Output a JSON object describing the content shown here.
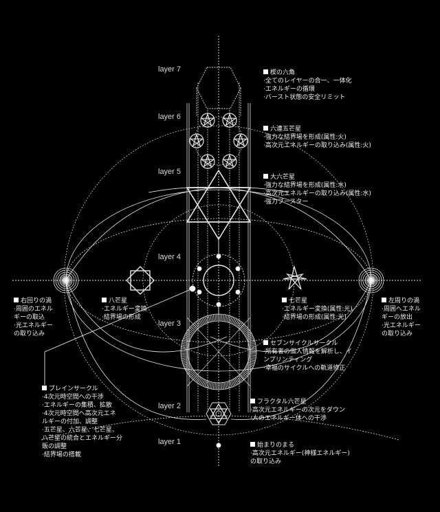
{
  "colors": {
    "background": "#000000",
    "line": "#ffffff",
    "text": "#f0f0f0"
  },
  "layers": [
    {
      "label": "layer 7"
    },
    {
      "label": "layer 6"
    },
    {
      "label": "layer 5"
    },
    {
      "label": "layer 4"
    },
    {
      "label": "layer 3"
    },
    {
      "label": "layer 2"
    },
    {
      "label": "layer 1"
    }
  ],
  "notes": {
    "hexagon": {
      "title": "楔の六角",
      "lines": [
        "·全てのレイヤーの合一、一体化",
        "·エネルギーの循環",
        "·バースト状態の安全リミット"
      ]
    },
    "six_pentagrams": {
      "title": "六連五芒星",
      "lines": [
        "·強力な結界場を形成(属性:火)",
        "·高次元エネルギーの取り込み(属性:火)"
      ]
    },
    "hexagram": {
      "title": "大六芒星",
      "lines": [
        "·強力な結界場を形成(属性:水)",
        "·高次元エネルギーの取り込み(属性:水)",
        "·強力ブースター"
      ]
    },
    "right_vortex": {
      "title": "右回りの渦",
      "lines": [
        "·周囲のエネル",
        "ギーの取込",
        "·光エネルギー",
        "の取り込み"
      ]
    },
    "octagram": {
      "title": "八芒星",
      "lines": [
        "·エネルギー変換",
        "·結界場の形成"
      ]
    },
    "heptagram": {
      "title": "七芒星",
      "lines": [
        "·エネルギー変換(属性:光)",
        "·結界場の形成(属性:光)"
      ]
    },
    "left_vortex": {
      "title": "左周りの渦",
      "lines": [
        "·周囲へエネル",
        "ギーの放出",
        "·光エネルギー",
        "の取り込み"
      ]
    },
    "seven_cycle": {
      "title": "セブンサイクルサークル",
      "lines": [
        "·所有者の個人情報を解析し、イ",
        "ンプリンティング",
        "·幸福のサイクルへの軌道修正"
      ]
    },
    "brain_circle": {
      "title": "ブレインサークル",
      "lines": [
        "·4次元時空間への干渉",
        "·エネルギーの集積、拡散",
        "·4次元時空間へ高次元エネ",
        "ルギーの付加、調整",
        "·五芒星、六芒星、七芒星、",
        "八芒星の統合とエネルギー分",
        "販の調整",
        "·結界場の搭載"
      ]
    },
    "fractal_hexagram": {
      "title": "フラクタル六芒星",
      "lines": [
        "·高次元エネルギーの次元をダウン",
        "·人のエネルギー体への干渉"
      ]
    },
    "origin_circle": {
      "title": "始まりのまる",
      "lines": [
        "·高次元エネルギー(神様エネルギー)",
        "の取り込み"
      ]
    }
  }
}
